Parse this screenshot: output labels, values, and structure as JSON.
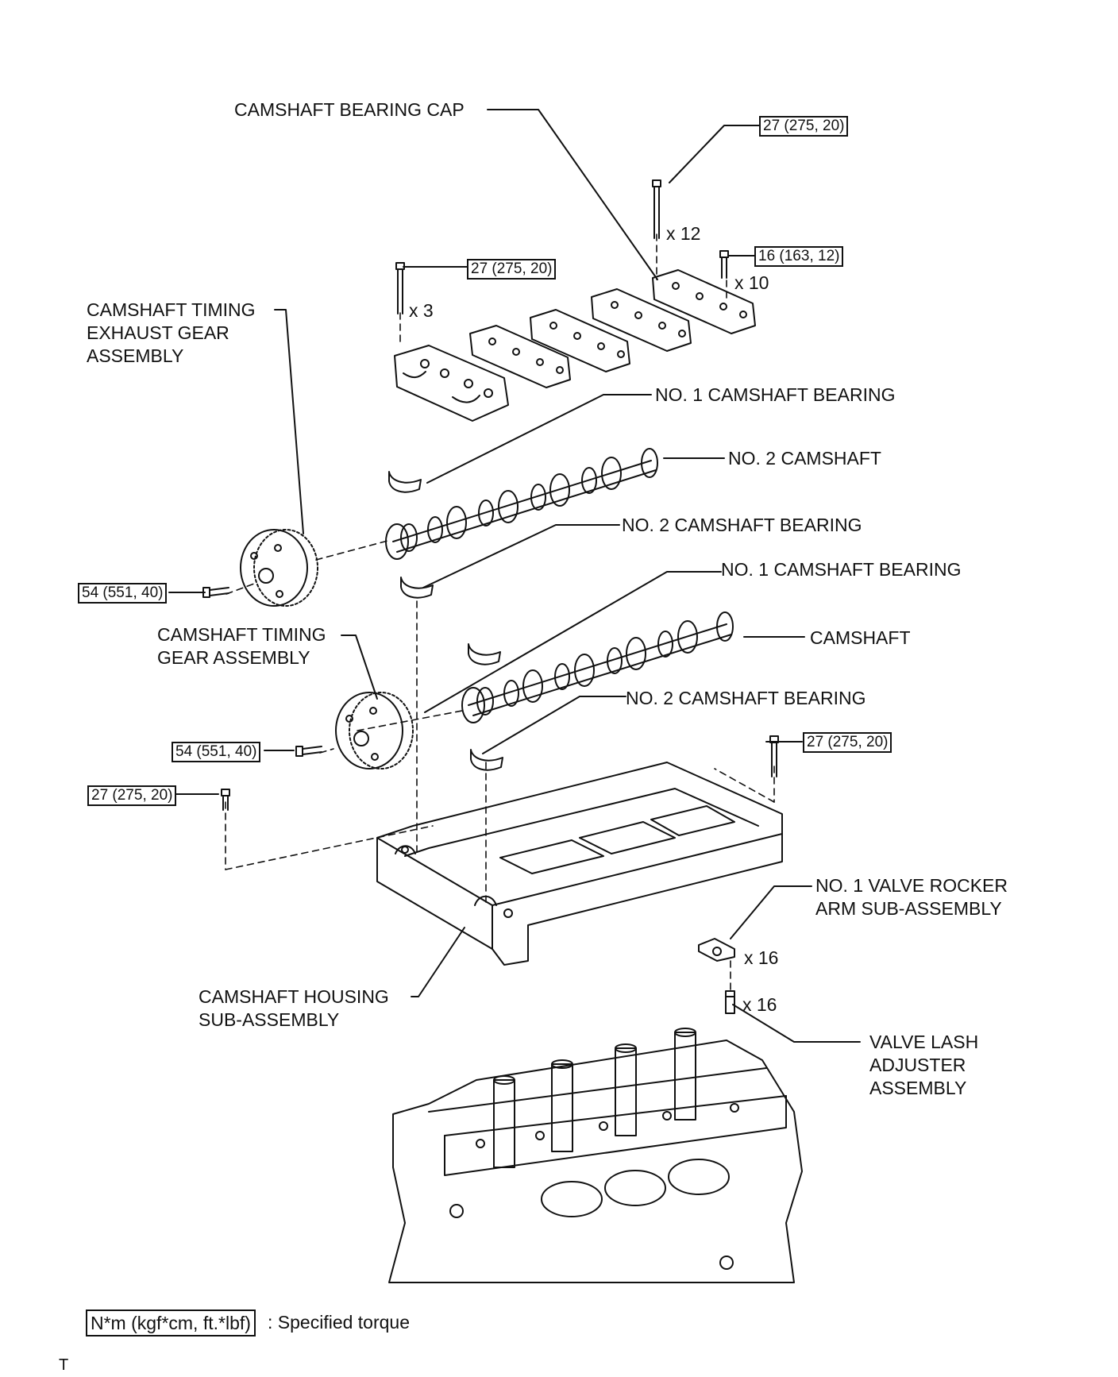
{
  "labels": {
    "bearing_cap": "CAMSHAFT BEARING CAP",
    "exhaust_gear": [
      "CAMSHAFT TIMING",
      "EXHAUST GEAR",
      "ASSEMBLY"
    ],
    "no1_bearing_top": "NO. 1 CAMSHAFT BEARING",
    "no2_camshaft": "NO. 2 CAMSHAFT",
    "no2_bearing_top": "NO. 2 CAMSHAFT BEARING",
    "no1_bearing_bottom": "NO. 1 CAMSHAFT BEARING",
    "timing_gear": [
      "CAMSHAFT TIMING",
      "GEAR ASSEMBLY"
    ],
    "camshaft": "CAMSHAFT",
    "no2_bearing_bottom": "NO. 2 CAMSHAFT BEARING",
    "rocker_arm": [
      "NO. 1 VALVE ROCKER",
      "ARM SUB-ASSEMBLY"
    ],
    "housing": [
      "CAMSHAFT HOUSING",
      "SUB-ASSEMBLY"
    ],
    "lash_adjuster": [
      "VALVE LASH",
      "ADJUSTER",
      "ASSEMBLY"
    ]
  },
  "torques": {
    "cap_bolt": "27 (275, 20)",
    "cap_small_bolt": "16 (163, 12)",
    "front_cap_bolt": "27 (275, 20)",
    "exhaust_gear_bolt": "54 (551, 40)",
    "timing_gear_bolt": "54 (551, 40)",
    "housing_right_bolt": "27 (275, 20)",
    "housing_left_bolt": "27 (275, 20)"
  },
  "quantities": {
    "cap_bolt": "x 12",
    "cap_small_bolt": "x 10",
    "front_cap_bolt": "x 3",
    "rocker_arm": "x 16",
    "lash_adjuster": "x 16"
  },
  "legend": {
    "box": "N*m (kgf*cm, ft.*lbf)",
    "text": ": Specified torque"
  },
  "corner_mark": "T"
}
